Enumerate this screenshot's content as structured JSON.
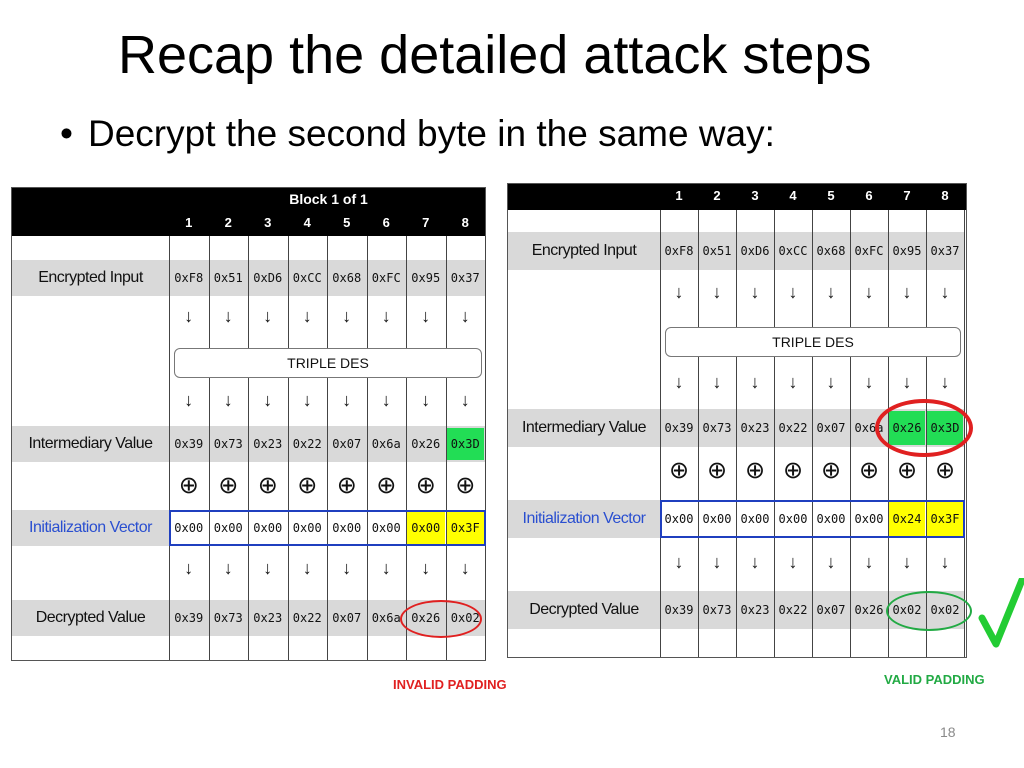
{
  "slide": {
    "title": "Recap the detailed attack steps",
    "bullet": "Decrypt the second byte in the same way:",
    "page_number": "18"
  },
  "left_panel": {
    "header_title": "Block 1 of 1",
    "columns": [
      "1",
      "2",
      "3",
      "4",
      "5",
      "6",
      "7",
      "8"
    ],
    "labels": {
      "encrypted": "Encrypted Input",
      "des": "TRIPLE DES",
      "intermediary": "Intermediary Value",
      "iv": "Initialization Vector",
      "decrypted": "Decrypted Value"
    },
    "encrypted": [
      "0xF8",
      "0x51",
      "0xD6",
      "0xCC",
      "0x68",
      "0xFC",
      "0x95",
      "0x37"
    ],
    "intermediary": [
      "0x39",
      "0x73",
      "0x23",
      "0x22",
      "0x07",
      "0x6a",
      "0x26",
      "0x3D"
    ],
    "iv": [
      "0x00",
      "0x00",
      "0x00",
      "0x00",
      "0x00",
      "0x00",
      "0x00",
      "0x3F"
    ],
    "decrypted": [
      "0x39",
      "0x73",
      "0x23",
      "0x22",
      "0x07",
      "0x6a",
      "0x26",
      "0x02"
    ],
    "status": "INVALID PADDING",
    "status_color": "#e02020"
  },
  "right_panel": {
    "columns": [
      "1",
      "2",
      "3",
      "4",
      "5",
      "6",
      "7",
      "8"
    ],
    "labels": {
      "encrypted": "Encrypted Input",
      "des": "TRIPLE DES",
      "intermediary": "Intermediary Value",
      "iv": "Initialization Vector",
      "decrypted": "Decrypted Value"
    },
    "encrypted": [
      "0xF8",
      "0x51",
      "0xD6",
      "0xCC",
      "0x68",
      "0xFC",
      "0x95",
      "0x37"
    ],
    "intermediary": [
      "0x39",
      "0x73",
      "0x23",
      "0x22",
      "0x07",
      "0x6a",
      "0x26",
      "0x3D"
    ],
    "iv": [
      "0x00",
      "0x00",
      "0x00",
      "0x00",
      "0x00",
      "0x00",
      "0x24",
      "0x3F"
    ],
    "decrypted": [
      "0x39",
      "0x73",
      "0x23",
      "0x22",
      "0x07",
      "0x26",
      "0x02",
      "0x02"
    ],
    "status": "VALID PADDING",
    "status_color": "#22aa44",
    "check_icon": "check-mark-icon"
  },
  "colors": {
    "highlight_yellow": "#ffff00",
    "highlight_green": "#22dd55",
    "iv_border": "#1f3fbf",
    "iv_label": "#2a4fd0",
    "ring_red": "#e02020",
    "ring_green": "#22aa44",
    "check": "#22cc33"
  }
}
